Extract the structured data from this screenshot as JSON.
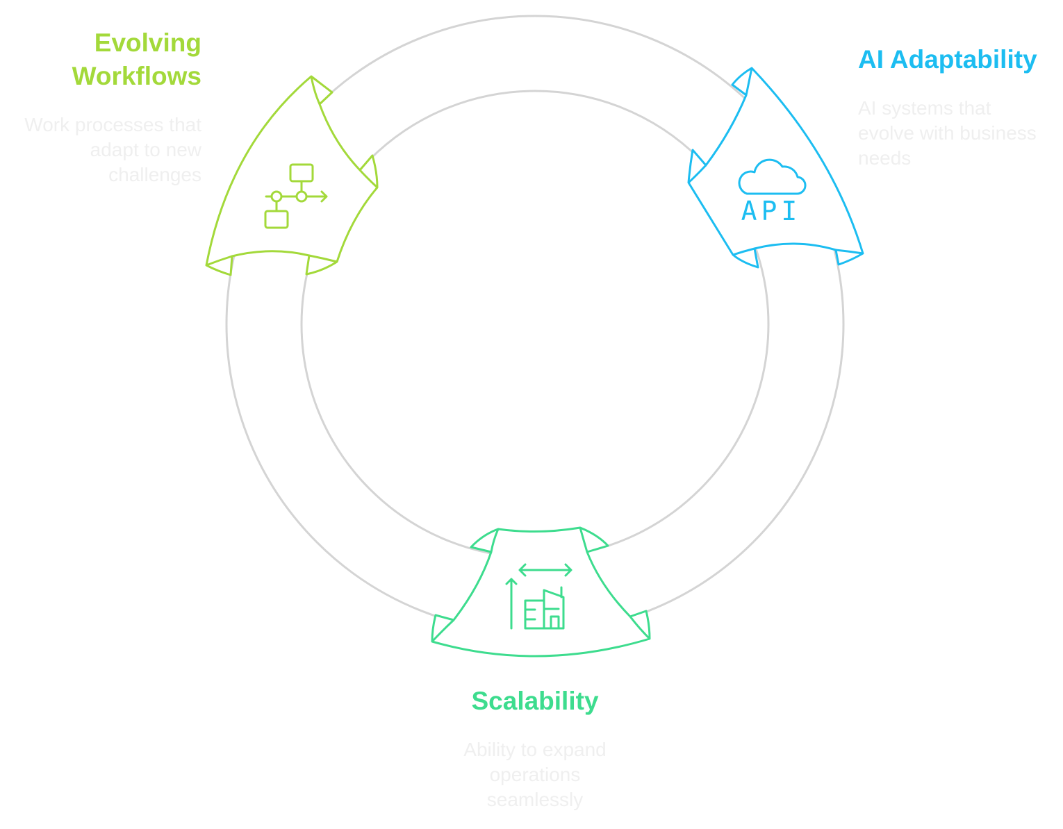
{
  "colors": {
    "ring": "#d4d4d4",
    "green": "#a3d93a",
    "blue": "#1cbdf1",
    "teal": "#3ddc8e",
    "desc": "#efefef"
  },
  "steps": [
    {
      "title_line1": "Evolving",
      "title_line2": "Workflows",
      "desc_lines": [
        "Work processes that",
        "adapt to new",
        "challenges"
      ],
      "icon": "workflow-diagram-icon"
    },
    {
      "title": "AI Adaptability",
      "desc_lines": [
        "AI systems that",
        "evolve with business",
        "needs"
      ],
      "icon": "cloud-api-icon",
      "icon_text": "API"
    },
    {
      "title": "Scalability",
      "desc_lines": [
        "Ability to expand",
        "operations",
        "seamlessly"
      ],
      "icon": "scaling-building-icon"
    }
  ]
}
